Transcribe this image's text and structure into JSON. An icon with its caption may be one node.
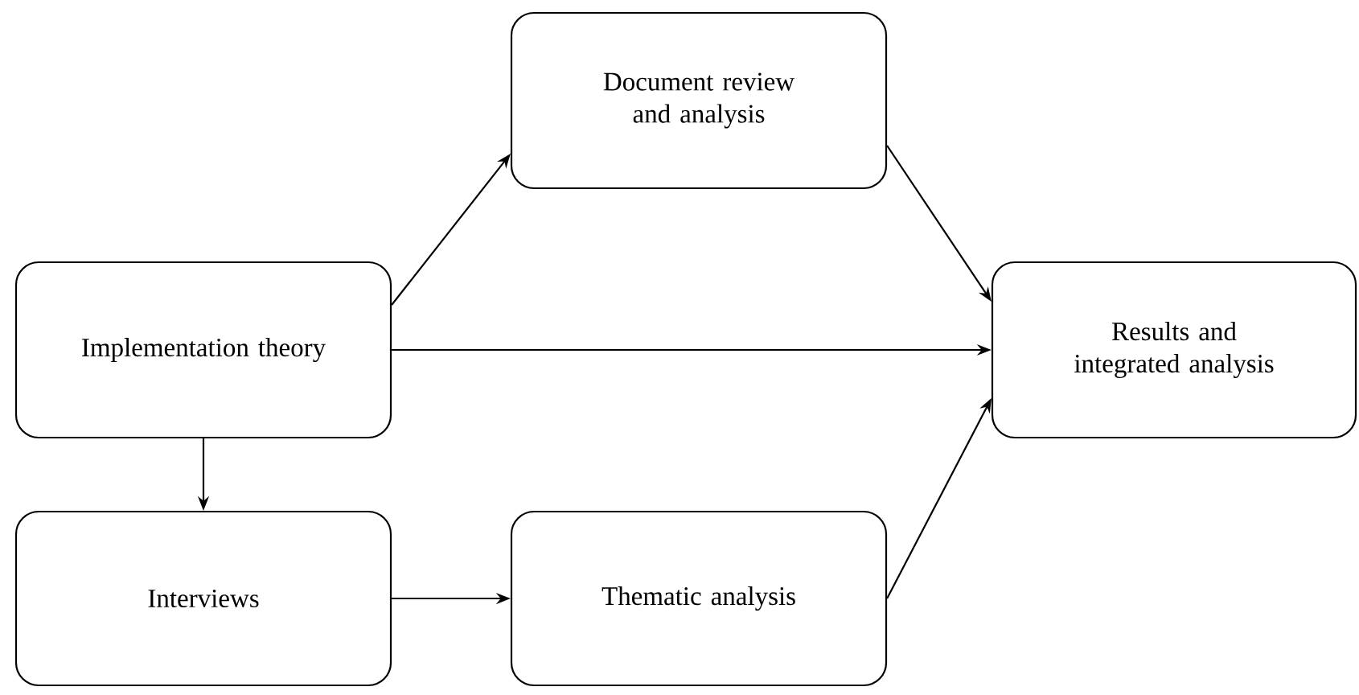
{
  "diagram": {
    "nodes": [
      {
        "text": [
          "Implementation theory"
        ]
      },
      {
        "text": [
          "Document review and analysis"
        ]
      },
      {
        "text": [
          "Interviews"
        ]
      },
      {
        "text": [
          "Thematic analysis"
        ]
      },
      {
        "text": [
          "Results and integrated analysis"
        ]
      }
    ],
    "edges": [
      {
        "from": 0,
        "to": 1,
        "arrow": "to"
      },
      {
        "from": 0,
        "to": 4,
        "arrow": "to"
      },
      {
        "from": 0,
        "to": 2,
        "arrow": "to"
      },
      {
        "from": 2,
        "to": 3,
        "arrow": "to"
      },
      {
        "from": 1,
        "to": 4,
        "arrow": "to"
      },
      {
        "from": 3,
        "to": 4,
        "arrow": "to"
      }
    ]
  }
}
